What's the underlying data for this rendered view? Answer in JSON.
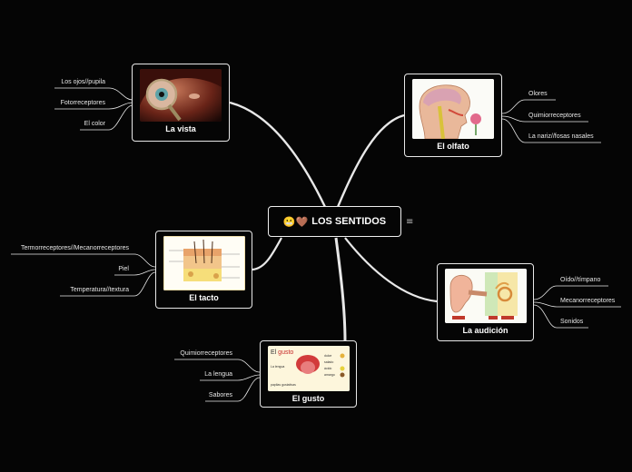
{
  "central": {
    "label": "LOS SENTIDOS",
    "emoji": "😬🤎",
    "menu_icon": "≡"
  },
  "colors": {
    "background": "#050505",
    "line": "#e8e8e8"
  },
  "nodes": {
    "vista": {
      "title": "La vista",
      "image": "magnifying-glass-eye",
      "children": [
        "Los ojos//pupila",
        "Fotorreceptores",
        "El color"
      ]
    },
    "olfato": {
      "title": "El olfato",
      "image": "nose-anatomy",
      "children": [
        "Olores",
        "Quimiorreceptores",
        "La nariz//fosas nasales"
      ]
    },
    "tacto": {
      "title": "El tacto",
      "image": "skin-layers",
      "children": [
        "Termorreceptores//Mecanorreceptores",
        "Piel",
        "Temperatura//textura"
      ]
    },
    "audicion": {
      "title": "La audición",
      "image": "ear-anatomy",
      "children": [
        "Oído//tímpano",
        "Mecanorreceptores",
        "Sonidos"
      ]
    },
    "gusto": {
      "title": "El gusto",
      "image": "tongue-diagram",
      "children": [
        "Quimiorreceptores",
        "La lengua",
        "Sabores"
      ],
      "image_text": {
        "heading_a": "El ",
        "heading_b": "gusto",
        "lengua": "La lengua",
        "papilas": "papilas gustativas",
        "dulce": "dulce",
        "salado": "salado",
        "acido": "ácido",
        "amargo": "amargo"
      }
    }
  }
}
